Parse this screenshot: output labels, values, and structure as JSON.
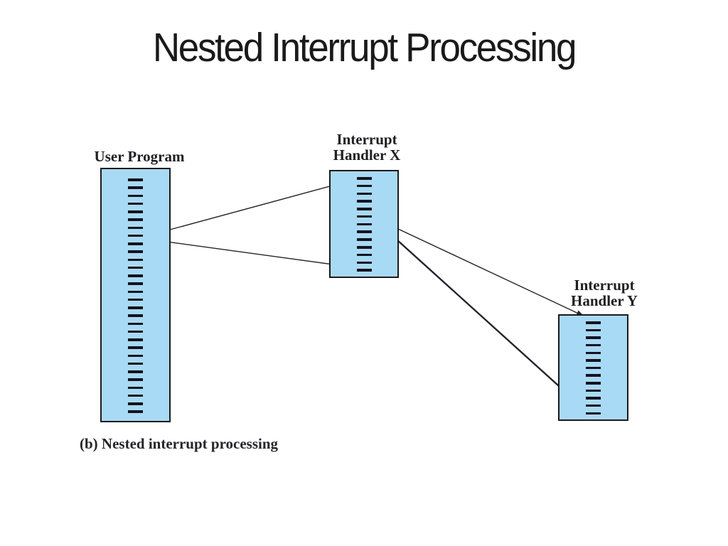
{
  "title": "Nested Interrupt Processing",
  "caption": "(b) Nested interrupt processing",
  "boxes": {
    "user_program": {
      "label": "User Program",
      "dash_count": 30
    },
    "handler_x": {
      "label_line1": "Interrupt",
      "label_line2": "Handler X",
      "dash_count": 13
    },
    "handler_y": {
      "label_line1": "Interrupt",
      "label_line2": "Handler Y",
      "dash_count": 13
    }
  },
  "arrows": [
    {
      "name": "interrupt-to-x",
      "from": "user-program",
      "to": "handler-x-top"
    },
    {
      "name": "return-from-x",
      "from": "handler-x-bottom",
      "to": "user-program"
    },
    {
      "name": "interrupt-to-y",
      "from": "handler-x-middle",
      "to": "handler-y-top"
    },
    {
      "name": "return-from-y",
      "from": "handler-y-bottom",
      "to": "handler-x-middle"
    }
  ],
  "colors": {
    "box_fill": "#a9daf5",
    "box_border": "#1a1a1a",
    "dash_color": "#14141f",
    "line_color": "#23232e",
    "title_color": "#1a1a1a",
    "label_color": "#1f1f23",
    "slide_background": "#ffffff"
  }
}
